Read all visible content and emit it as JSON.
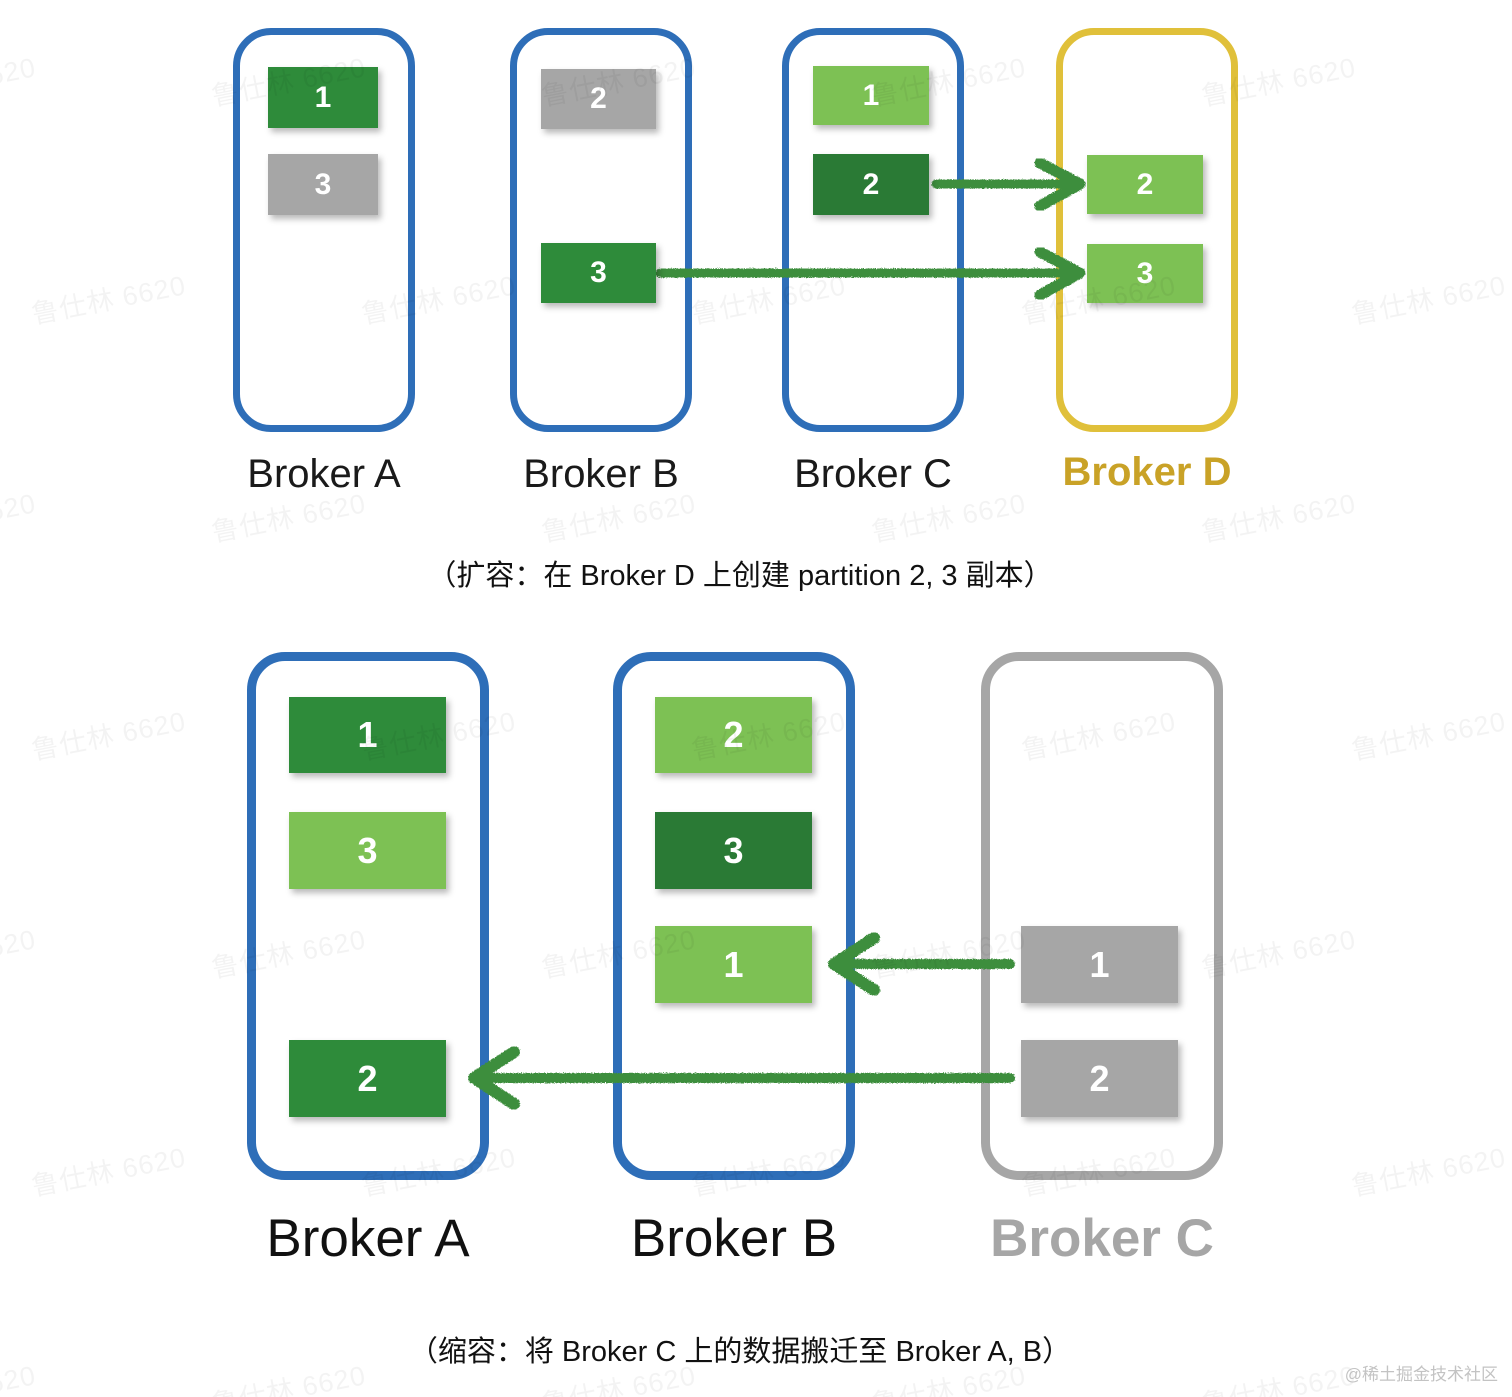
{
  "watermark": {
    "tile_text": "鲁仕林 6620",
    "corner_text": "@稀土掘金技术社区"
  },
  "colors": {
    "broker_blue": "#2E6EB8",
    "broker_yellow": "#E0C03A",
    "broker_grey": "#A6A6A6",
    "partition_dark_green": "#2E8B3A",
    "partition_deep_green": "#2A7A35",
    "partition_light_green": "#7DC154",
    "partition_grey": "#A6A6A6",
    "arrow_green": "#3E8E3E",
    "label_gold": "#C9A227"
  },
  "top_scene": {
    "caption": "（扩容：在 Broker D 上创建 partition 2, 3 副本）",
    "brokers": [
      {
        "id": "broker-a",
        "label": "Broker A",
        "border": "blue",
        "label_style": "normal",
        "partitions": [
          {
            "number": "1",
            "color": "dark-green"
          },
          {
            "number": "3",
            "color": "grey"
          }
        ]
      },
      {
        "id": "broker-b",
        "label": "Broker B",
        "border": "blue",
        "label_style": "normal",
        "partitions": [
          {
            "number": "2",
            "color": "grey"
          },
          {
            "number": "3",
            "color": "dark-green"
          }
        ]
      },
      {
        "id": "broker-c",
        "label": "Broker C",
        "border": "blue",
        "label_style": "normal",
        "partitions": [
          {
            "number": "1",
            "color": "light-green"
          },
          {
            "number": "2",
            "color": "deep-green"
          }
        ]
      },
      {
        "id": "broker-d",
        "label": "Broker D",
        "border": "yellow",
        "label_style": "gold-bold",
        "partitions": [
          {
            "number": "2",
            "color": "light-green"
          },
          {
            "number": "3",
            "color": "light-green"
          }
        ]
      }
    ],
    "arrows": [
      {
        "id": "arrow-c2-to-d2",
        "from": "broker-c.partition-2",
        "to": "broker-d.partition-2",
        "direction": "right"
      },
      {
        "id": "arrow-b3-to-d3",
        "from": "broker-b.partition-3",
        "to": "broker-d.partition-3",
        "direction": "right"
      }
    ]
  },
  "bottom_scene": {
    "caption": "（缩容：将 Broker C 上的数据搬迁至 Broker A, B）",
    "brokers": [
      {
        "id": "broker-a",
        "label": "Broker A",
        "border": "blue",
        "label_style": "normal",
        "partitions": [
          {
            "number": "1",
            "color": "dark-green"
          },
          {
            "number": "3",
            "color": "light-green"
          },
          {
            "number": "2",
            "color": "dark-green"
          }
        ]
      },
      {
        "id": "broker-b",
        "label": "Broker B",
        "border": "blue",
        "label_style": "normal",
        "partitions": [
          {
            "number": "2",
            "color": "light-green"
          },
          {
            "number": "3",
            "color": "deep-green"
          },
          {
            "number": "1",
            "color": "light-green"
          }
        ]
      },
      {
        "id": "broker-c",
        "label": "Broker C",
        "border": "grey",
        "label_style": "muted-bold",
        "partitions": [
          {
            "number": "1",
            "color": "grey"
          },
          {
            "number": "2",
            "color": "grey"
          }
        ]
      }
    ],
    "arrows": [
      {
        "id": "arrow-c1-to-b1",
        "from": "broker-c.partition-1",
        "to": "broker-b.partition-1",
        "direction": "left"
      },
      {
        "id": "arrow-c2-to-a2",
        "from": "broker-c.partition-2",
        "to": "broker-a.partition-2",
        "direction": "left"
      }
    ]
  }
}
